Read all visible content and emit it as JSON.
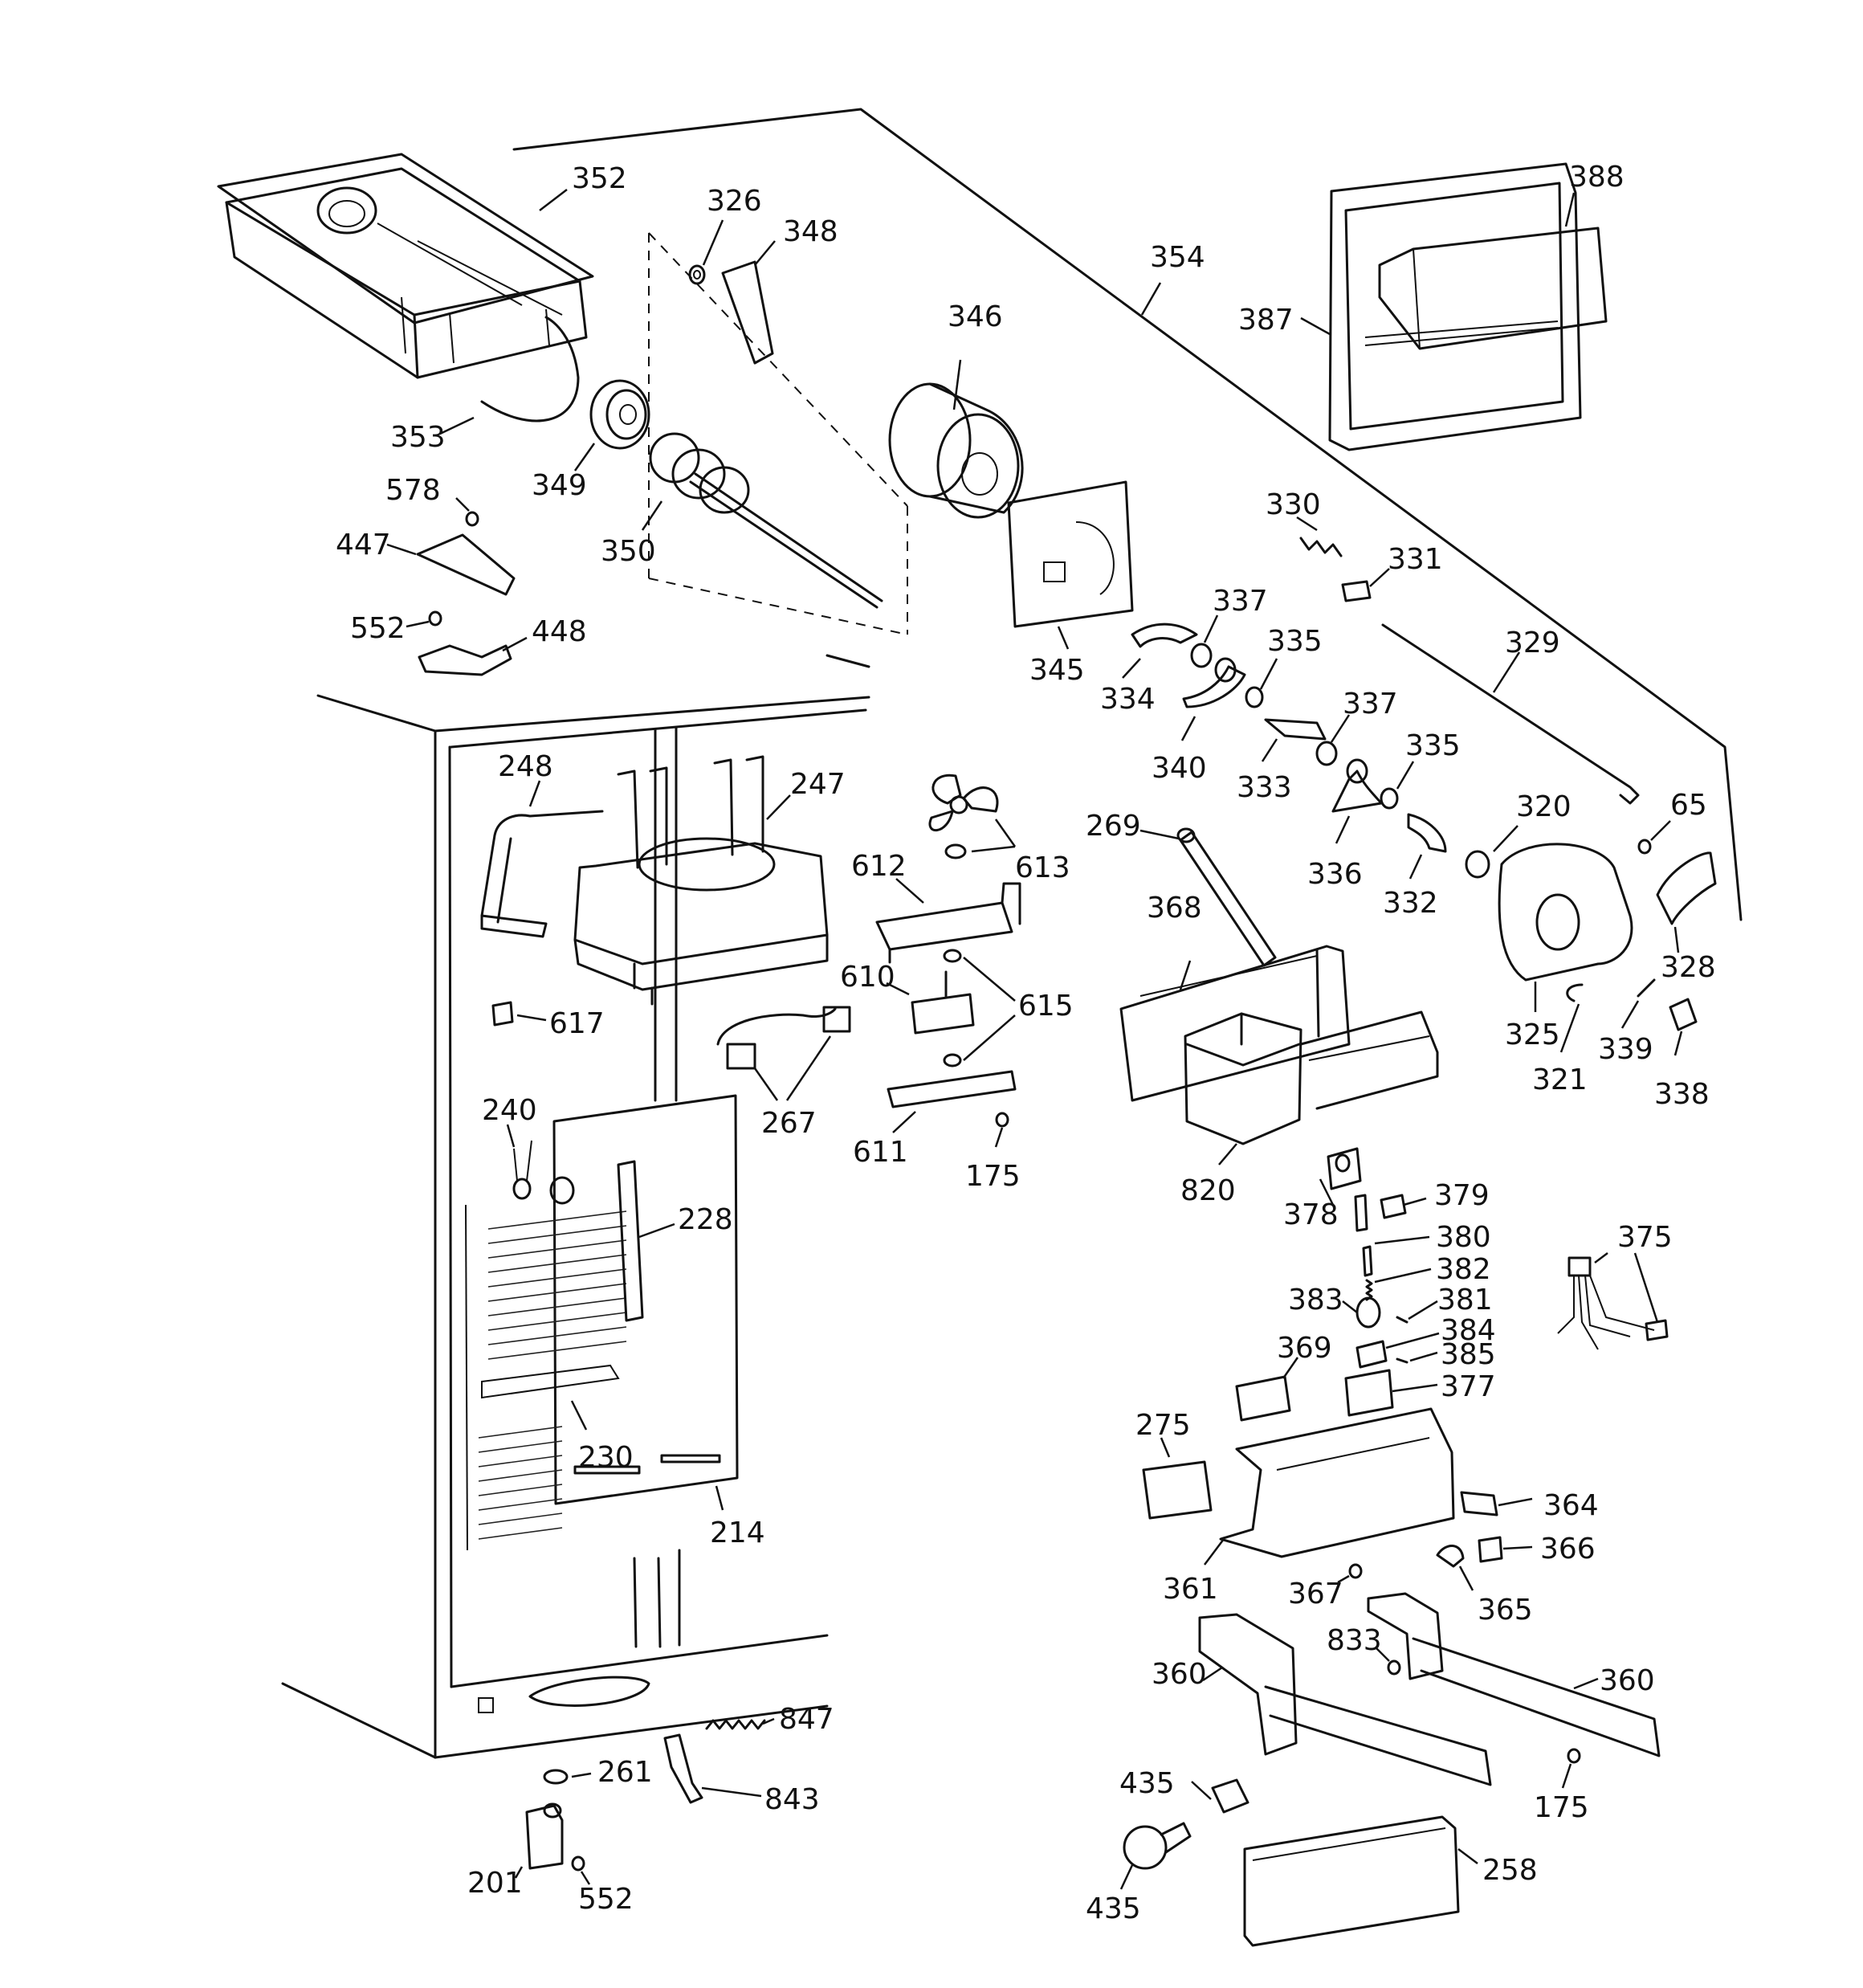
{
  "labels": [
    {
      "id": "352",
      "text": "352"
    },
    {
      "id": "326",
      "text": "326"
    },
    {
      "id": "348",
      "text": "348"
    },
    {
      "id": "346",
      "text": "346"
    },
    {
      "id": "354",
      "text": "354"
    },
    {
      "id": "388",
      "text": "388"
    },
    {
      "id": "387",
      "text": "387"
    },
    {
      "id": "353",
      "text": "353"
    },
    {
      "id": "349",
      "text": "349"
    },
    {
      "id": "350",
      "text": "350"
    },
    {
      "id": "578",
      "text": "578"
    },
    {
      "id": "447",
      "text": "447"
    },
    {
      "id": "552a",
      "text": "552"
    },
    {
      "id": "448",
      "text": "448"
    },
    {
      "id": "345",
      "text": "345"
    },
    {
      "id": "330",
      "text": "330"
    },
    {
      "id": "331",
      "text": "331"
    },
    {
      "id": "337a",
      "text": "337"
    },
    {
      "id": "334",
      "text": "334"
    },
    {
      "id": "335a",
      "text": "335"
    },
    {
      "id": "329",
      "text": "329"
    },
    {
      "id": "340",
      "text": "340"
    },
    {
      "id": "333",
      "text": "333"
    },
    {
      "id": "337b",
      "text": "337"
    },
    {
      "id": "335b",
      "text": "335"
    },
    {
      "id": "336",
      "text": "336"
    },
    {
      "id": "332",
      "text": "332"
    },
    {
      "id": "320",
      "text": "320"
    },
    {
      "id": "65",
      "text": "65"
    },
    {
      "id": "328",
      "text": "328"
    },
    {
      "id": "325",
      "text": "325"
    },
    {
      "id": "321",
      "text": "321"
    },
    {
      "id": "339",
      "text": "339"
    },
    {
      "id": "338",
      "text": "338"
    },
    {
      "id": "248",
      "text": "248"
    },
    {
      "id": "247",
      "text": "247"
    },
    {
      "id": "613",
      "text": "613"
    },
    {
      "id": "612",
      "text": "612"
    },
    {
      "id": "269",
      "text": "269"
    },
    {
      "id": "368",
      "text": "368"
    },
    {
      "id": "610",
      "text": "610"
    },
    {
      "id": "615",
      "text": "615"
    },
    {
      "id": "617",
      "text": "617"
    },
    {
      "id": "267",
      "text": "267"
    },
    {
      "id": "611",
      "text": "611"
    },
    {
      "id": "175a",
      "text": "175"
    },
    {
      "id": "820",
      "text": "820"
    },
    {
      "id": "240",
      "text": "240"
    },
    {
      "id": "228",
      "text": "228"
    },
    {
      "id": "378",
      "text": "378"
    },
    {
      "id": "379",
      "text": "379"
    },
    {
      "id": "380",
      "text": "380"
    },
    {
      "id": "382",
      "text": "382"
    },
    {
      "id": "375",
      "text": "375"
    },
    {
      "id": "383",
      "text": "383"
    },
    {
      "id": "381",
      "text": "381"
    },
    {
      "id": "384",
      "text": "384"
    },
    {
      "id": "385",
      "text": "385"
    },
    {
      "id": "369",
      "text": "369"
    },
    {
      "id": "377",
      "text": "377"
    },
    {
      "id": "230",
      "text": "230"
    },
    {
      "id": "275",
      "text": "275"
    },
    {
      "id": "364",
      "text": "364"
    },
    {
      "id": "214",
      "text": "214"
    },
    {
      "id": "366",
      "text": "366"
    },
    {
      "id": "361",
      "text": "361"
    },
    {
      "id": "367",
      "text": "367"
    },
    {
      "id": "365",
      "text": "365"
    },
    {
      "id": "833",
      "text": "833"
    },
    {
      "id": "360a",
      "text": "360"
    },
    {
      "id": "360b",
      "text": "360"
    },
    {
      "id": "847",
      "text": "847"
    },
    {
      "id": "261",
      "text": "261"
    },
    {
      "id": "843",
      "text": "843"
    },
    {
      "id": "175b",
      "text": "175"
    },
    {
      "id": "435a",
      "text": "435"
    },
    {
      "id": "258",
      "text": "258"
    },
    {
      "id": "201",
      "text": "201"
    },
    {
      "id": "552b",
      "text": "552"
    },
    {
      "id": "435b",
      "text": "435"
    }
  ]
}
